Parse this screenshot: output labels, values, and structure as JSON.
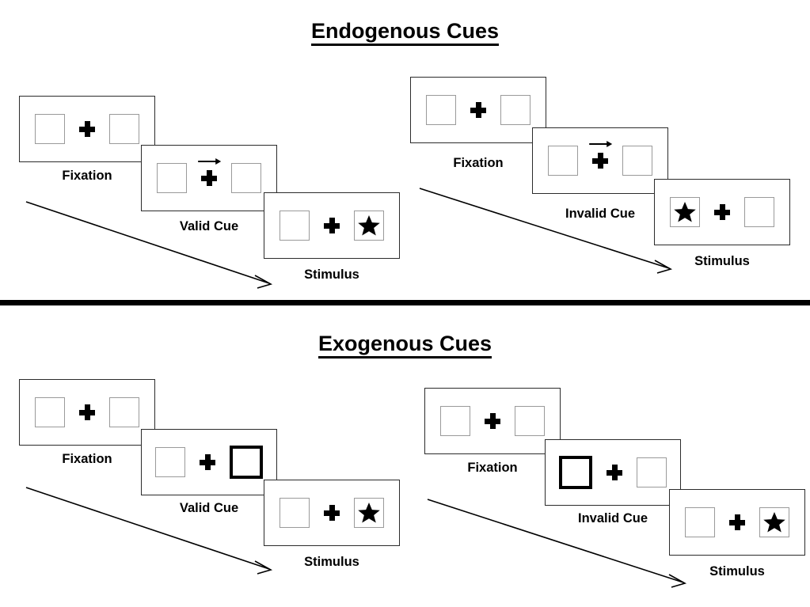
{
  "page": {
    "background_color": "#ffffff",
    "stroke_color": "#2b2b2b",
    "box_color": "#9a9a9a",
    "cue_color": "#000000"
  },
  "sections": [
    {
      "id": "endogenous",
      "title": "Endogenous Cues",
      "sequences": [
        {
          "id": "endogenous-valid",
          "panels": [
            {
              "stage": "Fixation",
              "caption": "Fixation",
              "left_box": "empty",
              "right_box": "empty",
              "cue": "none",
              "arrow_cue": false
            },
            {
              "stage": "Cue",
              "caption": "Valid Cue",
              "left_box": "empty",
              "right_box": "empty",
              "cue": "arrow-right",
              "arrow_cue": true
            },
            {
              "stage": "Stimulus",
              "caption": "Stimulus",
              "left_box": "empty",
              "right_box": "star",
              "cue": "none",
              "arrow_cue": false
            }
          ]
        },
        {
          "id": "endogenous-invalid",
          "panels": [
            {
              "stage": "Fixation",
              "caption": "Fixation",
              "left_box": "empty",
              "right_box": "empty",
              "cue": "none",
              "arrow_cue": false
            },
            {
              "stage": "Cue",
              "caption": "Invalid Cue",
              "left_box": "empty",
              "right_box": "empty",
              "cue": "arrow-right",
              "arrow_cue": true
            },
            {
              "stage": "Stimulus",
              "caption": "Stimulus",
              "left_box": "star",
              "right_box": "empty",
              "cue": "none",
              "arrow_cue": false
            }
          ]
        }
      ]
    },
    {
      "id": "exogenous",
      "title": "Exogenous Cues",
      "sequences": [
        {
          "id": "exogenous-valid",
          "panels": [
            {
              "stage": "Fixation",
              "caption": "Fixation",
              "left_box": "empty",
              "right_box": "empty",
              "cue": "none",
              "arrow_cue": false
            },
            {
              "stage": "Cue",
              "caption": "Valid Cue",
              "left_box": "empty",
              "right_box": "highlight",
              "cue": "box-flash-right",
              "arrow_cue": false
            },
            {
              "stage": "Stimulus",
              "caption": "Stimulus",
              "left_box": "empty",
              "right_box": "star",
              "cue": "none",
              "arrow_cue": false
            }
          ]
        },
        {
          "id": "exogenous-invalid",
          "panels": [
            {
              "stage": "Fixation",
              "caption": "Fixation",
              "left_box": "empty",
              "right_box": "empty",
              "cue": "none",
              "arrow_cue": false
            },
            {
              "stage": "Cue",
              "caption": "Invalid Cue",
              "left_box": "highlight",
              "right_box": "empty",
              "cue": "box-flash-left",
              "arrow_cue": false
            },
            {
              "stage": "Stimulus",
              "caption": "Stimulus",
              "left_box": "empty",
              "right_box": "star",
              "cue": "none",
              "arrow_cue": false
            }
          ]
        }
      ]
    }
  ],
  "flow_arrows": [
    {
      "id": "endogenous-valid-flow",
      "label": "time-flow-arrow"
    },
    {
      "id": "endogenous-invalid-flow",
      "label": "time-flow-arrow"
    },
    {
      "id": "exogenous-valid-flow",
      "label": "time-flow-arrow"
    },
    {
      "id": "exogenous-invalid-flow",
      "label": "time-flow-arrow"
    }
  ],
  "icons": {
    "fixation_cross": "plus-icon",
    "target": "star-icon",
    "endogenous_cue": "arrow-right-icon",
    "exogenous_cue": "thick-box-icon"
  }
}
